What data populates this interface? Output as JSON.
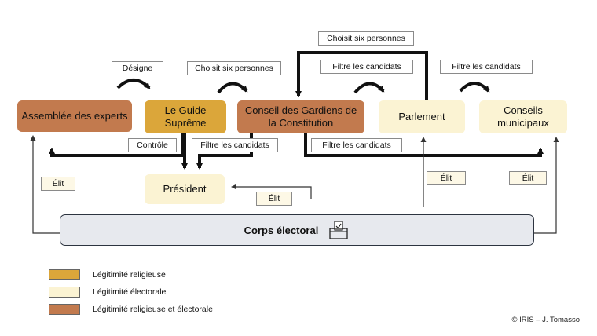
{
  "nodes": {
    "assemblee": "Assemblée des experts",
    "guide": "Le Guide Suprême",
    "conseil_gardiens": "Conseil des Gardiens de la Constitution",
    "parlement": "Parlement",
    "conseils_municipaux": "Conseils municipaux",
    "president": "Président",
    "corps_electoral": "Corps électoral"
  },
  "edges": {
    "designe": "Désigne",
    "choisit_guide": "Choisit six personnes",
    "choisit_parlement": "Choisit six personnes",
    "filtre_parlement": "Filtre les candidats",
    "filtre_municipaux": "Filtre les candidats",
    "controle": "Contrôle",
    "filtre_president": "Filtre les candidats",
    "filtre_bas": "Filtre les candidats",
    "elit_president": "Élit",
    "elit_assemblee": "Élit",
    "elit_parlement": "Élit",
    "elit_municipaux": "Élit"
  },
  "legend": [
    {
      "label": "Légitimité religieuse",
      "color": "#dba63a"
    },
    {
      "label": "Légitimité électorale",
      "color": "#fbf3d3"
    },
    {
      "label": "Légitimité religieuse et électorale",
      "color": "#c27a4e"
    }
  ],
  "credit": "© IRIS – J. Tomasso",
  "icons": {
    "corps_electoral": "ballot-box-icon"
  }
}
